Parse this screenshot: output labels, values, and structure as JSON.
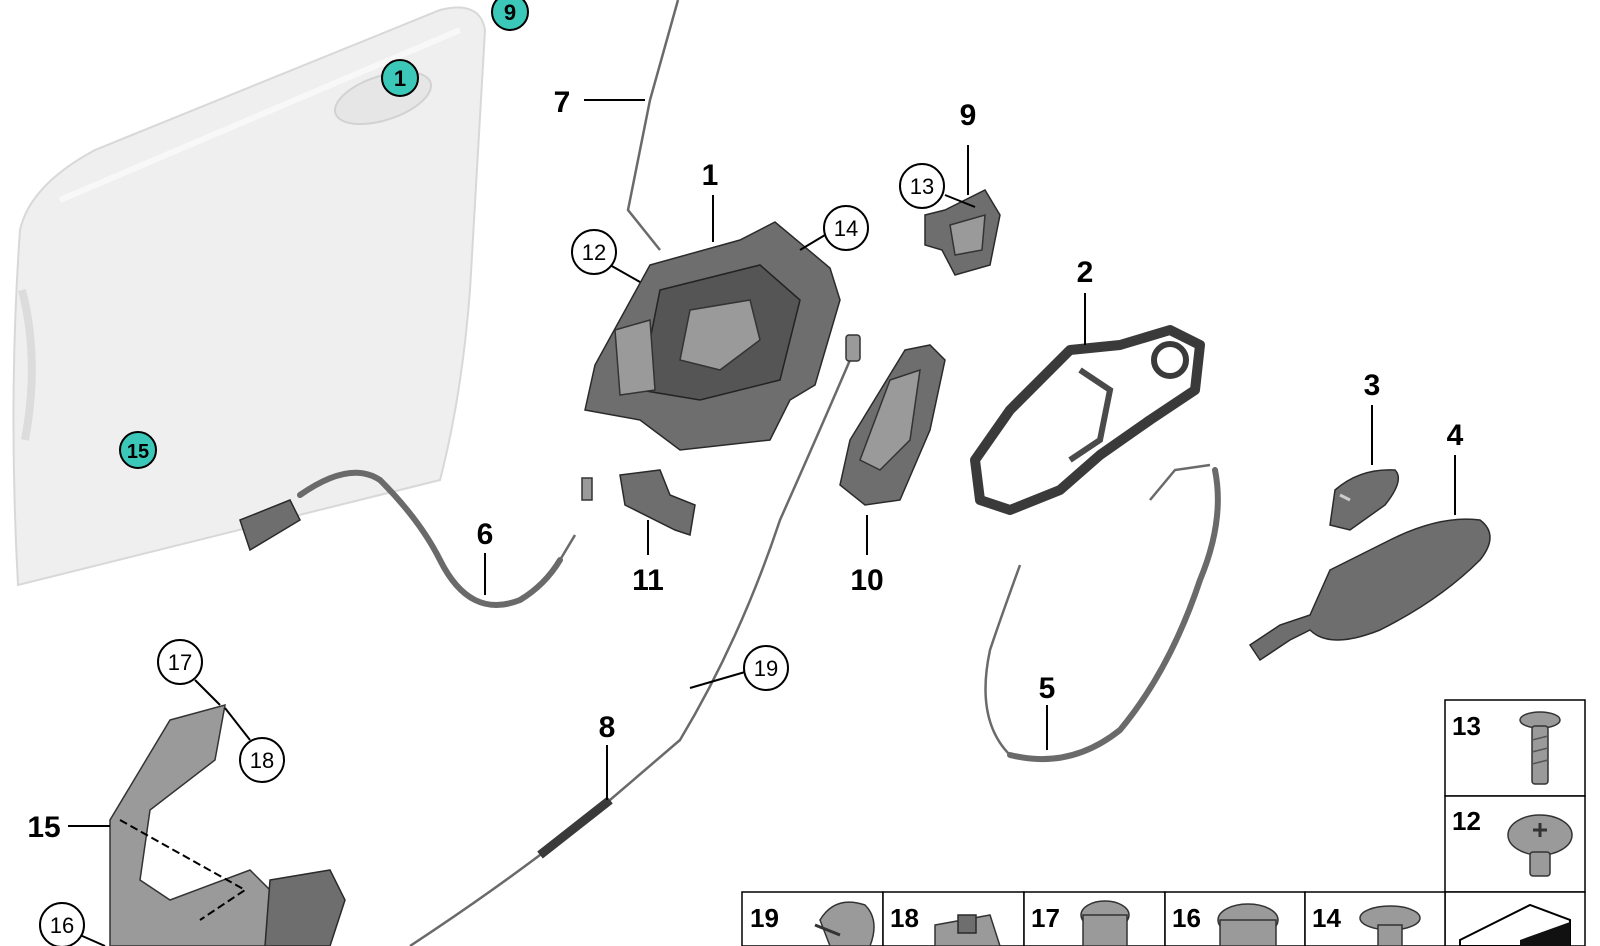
{
  "labels": {
    "l7": "7",
    "l1": "1",
    "l9": "9",
    "l2": "2",
    "l3": "3",
    "l4": "4",
    "l6": "6",
    "l11": "11",
    "l10": "10",
    "l5": "5",
    "l8": "8",
    "l15": "15"
  },
  "circle_labels": {
    "c12": "12",
    "c14": "14",
    "c13": "13",
    "c19": "19",
    "c17": "17",
    "c18": "18",
    "c16": "16"
  },
  "door_callouts": {
    "t9": "9",
    "t1": "1",
    "t15": "15"
  },
  "fastener_table": {
    "right_column": [
      "13",
      "12"
    ],
    "bottom_row": [
      "19",
      "18",
      "17",
      "16",
      "14"
    ]
  },
  "colors": {
    "callout_teal": "#3cc8b8",
    "part_gray": "#6e6e6e",
    "door_panel": "#eeeeee"
  }
}
